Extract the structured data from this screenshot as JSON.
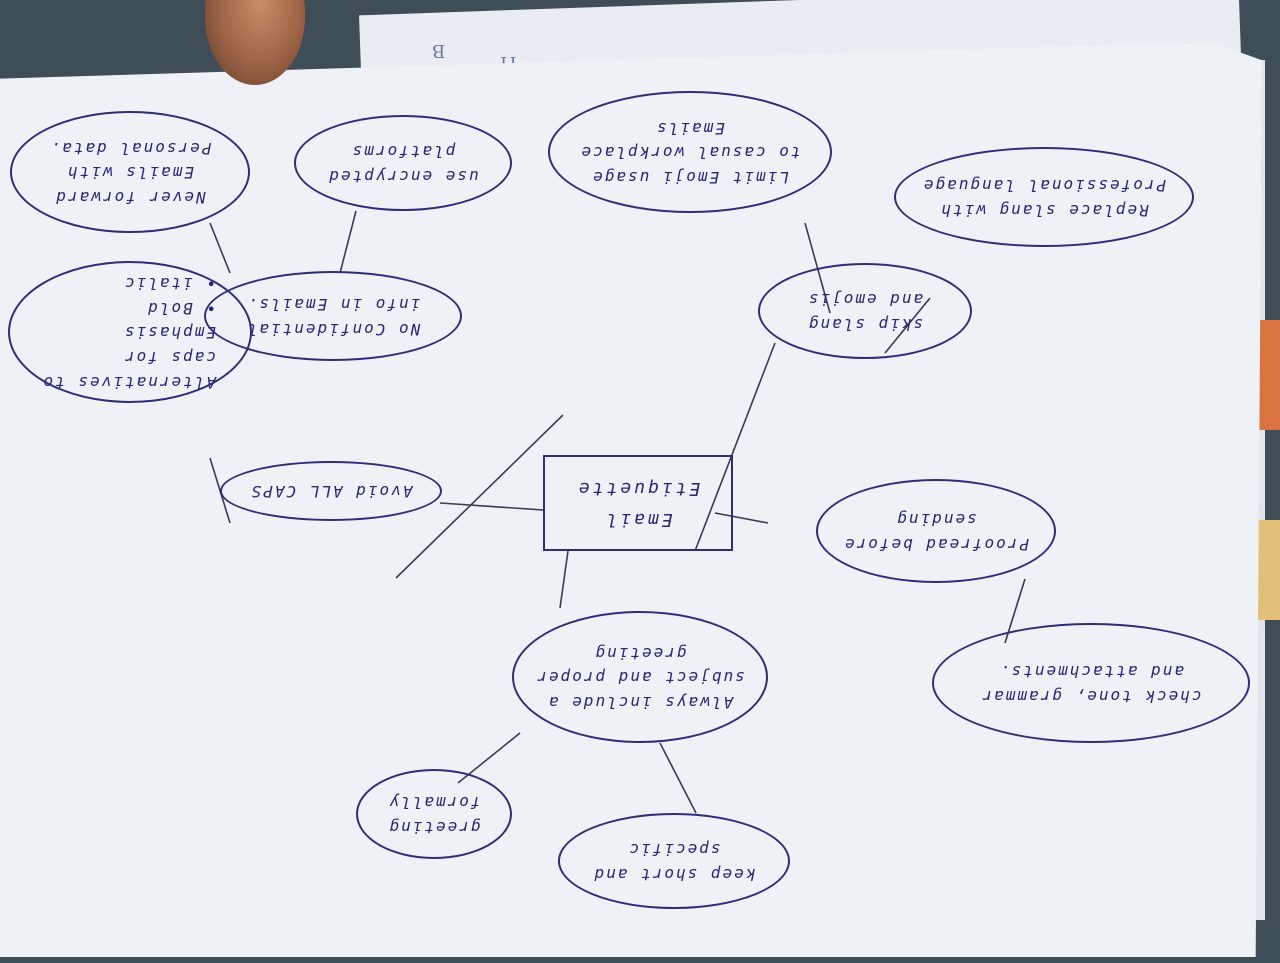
{
  "center": {
    "text": "Email\nEtiquette"
  },
  "nodes": [
    {
      "id": "avoid-all-caps",
      "text": "Avoid ALL CAPS"
    },
    {
      "id": "alternatives-to-caps",
      "text": "Alternatives to\ncaps for Emphasis",
      "items": [
        "Bold",
        "italic"
      ]
    },
    {
      "id": "no-confidential-info",
      "text": "No Confidential\ninfo in Emails."
    },
    {
      "id": "never-forward-personal-data",
      "text": "Never forward\nEmails with\nPersonal data."
    },
    {
      "id": "use-encrypted-platforms",
      "text": "use encrypted\nplatforms"
    },
    {
      "id": "skip-slang-emojis",
      "text": "skip slang\nand emojis"
    },
    {
      "id": "limit-emoji-usage",
      "text": "Limit Emoji usage\nto casual workplace\nEmails"
    },
    {
      "id": "replace-slang",
      "text": "Replace slang with\nProfessional language"
    },
    {
      "id": "proofread-before-sending",
      "text": "Proofread before\nsending"
    },
    {
      "id": "check-tone-grammar",
      "text": "check tone, grammar\nand attachments."
    },
    {
      "id": "subject-and-greeting",
      "text": "Always include a\nsubject and proper\ngreeting"
    },
    {
      "id": "greeting-formally",
      "text": "greeting\nformally"
    },
    {
      "id": "keep-short-specific",
      "text": "keep short and\nspecific"
    }
  ],
  "background_scribbles": [
    "B",
    "TI"
  ],
  "colors": {
    "ink": "#26267a",
    "paper": "#eef1f6",
    "desk": "#3f4d57"
  }
}
